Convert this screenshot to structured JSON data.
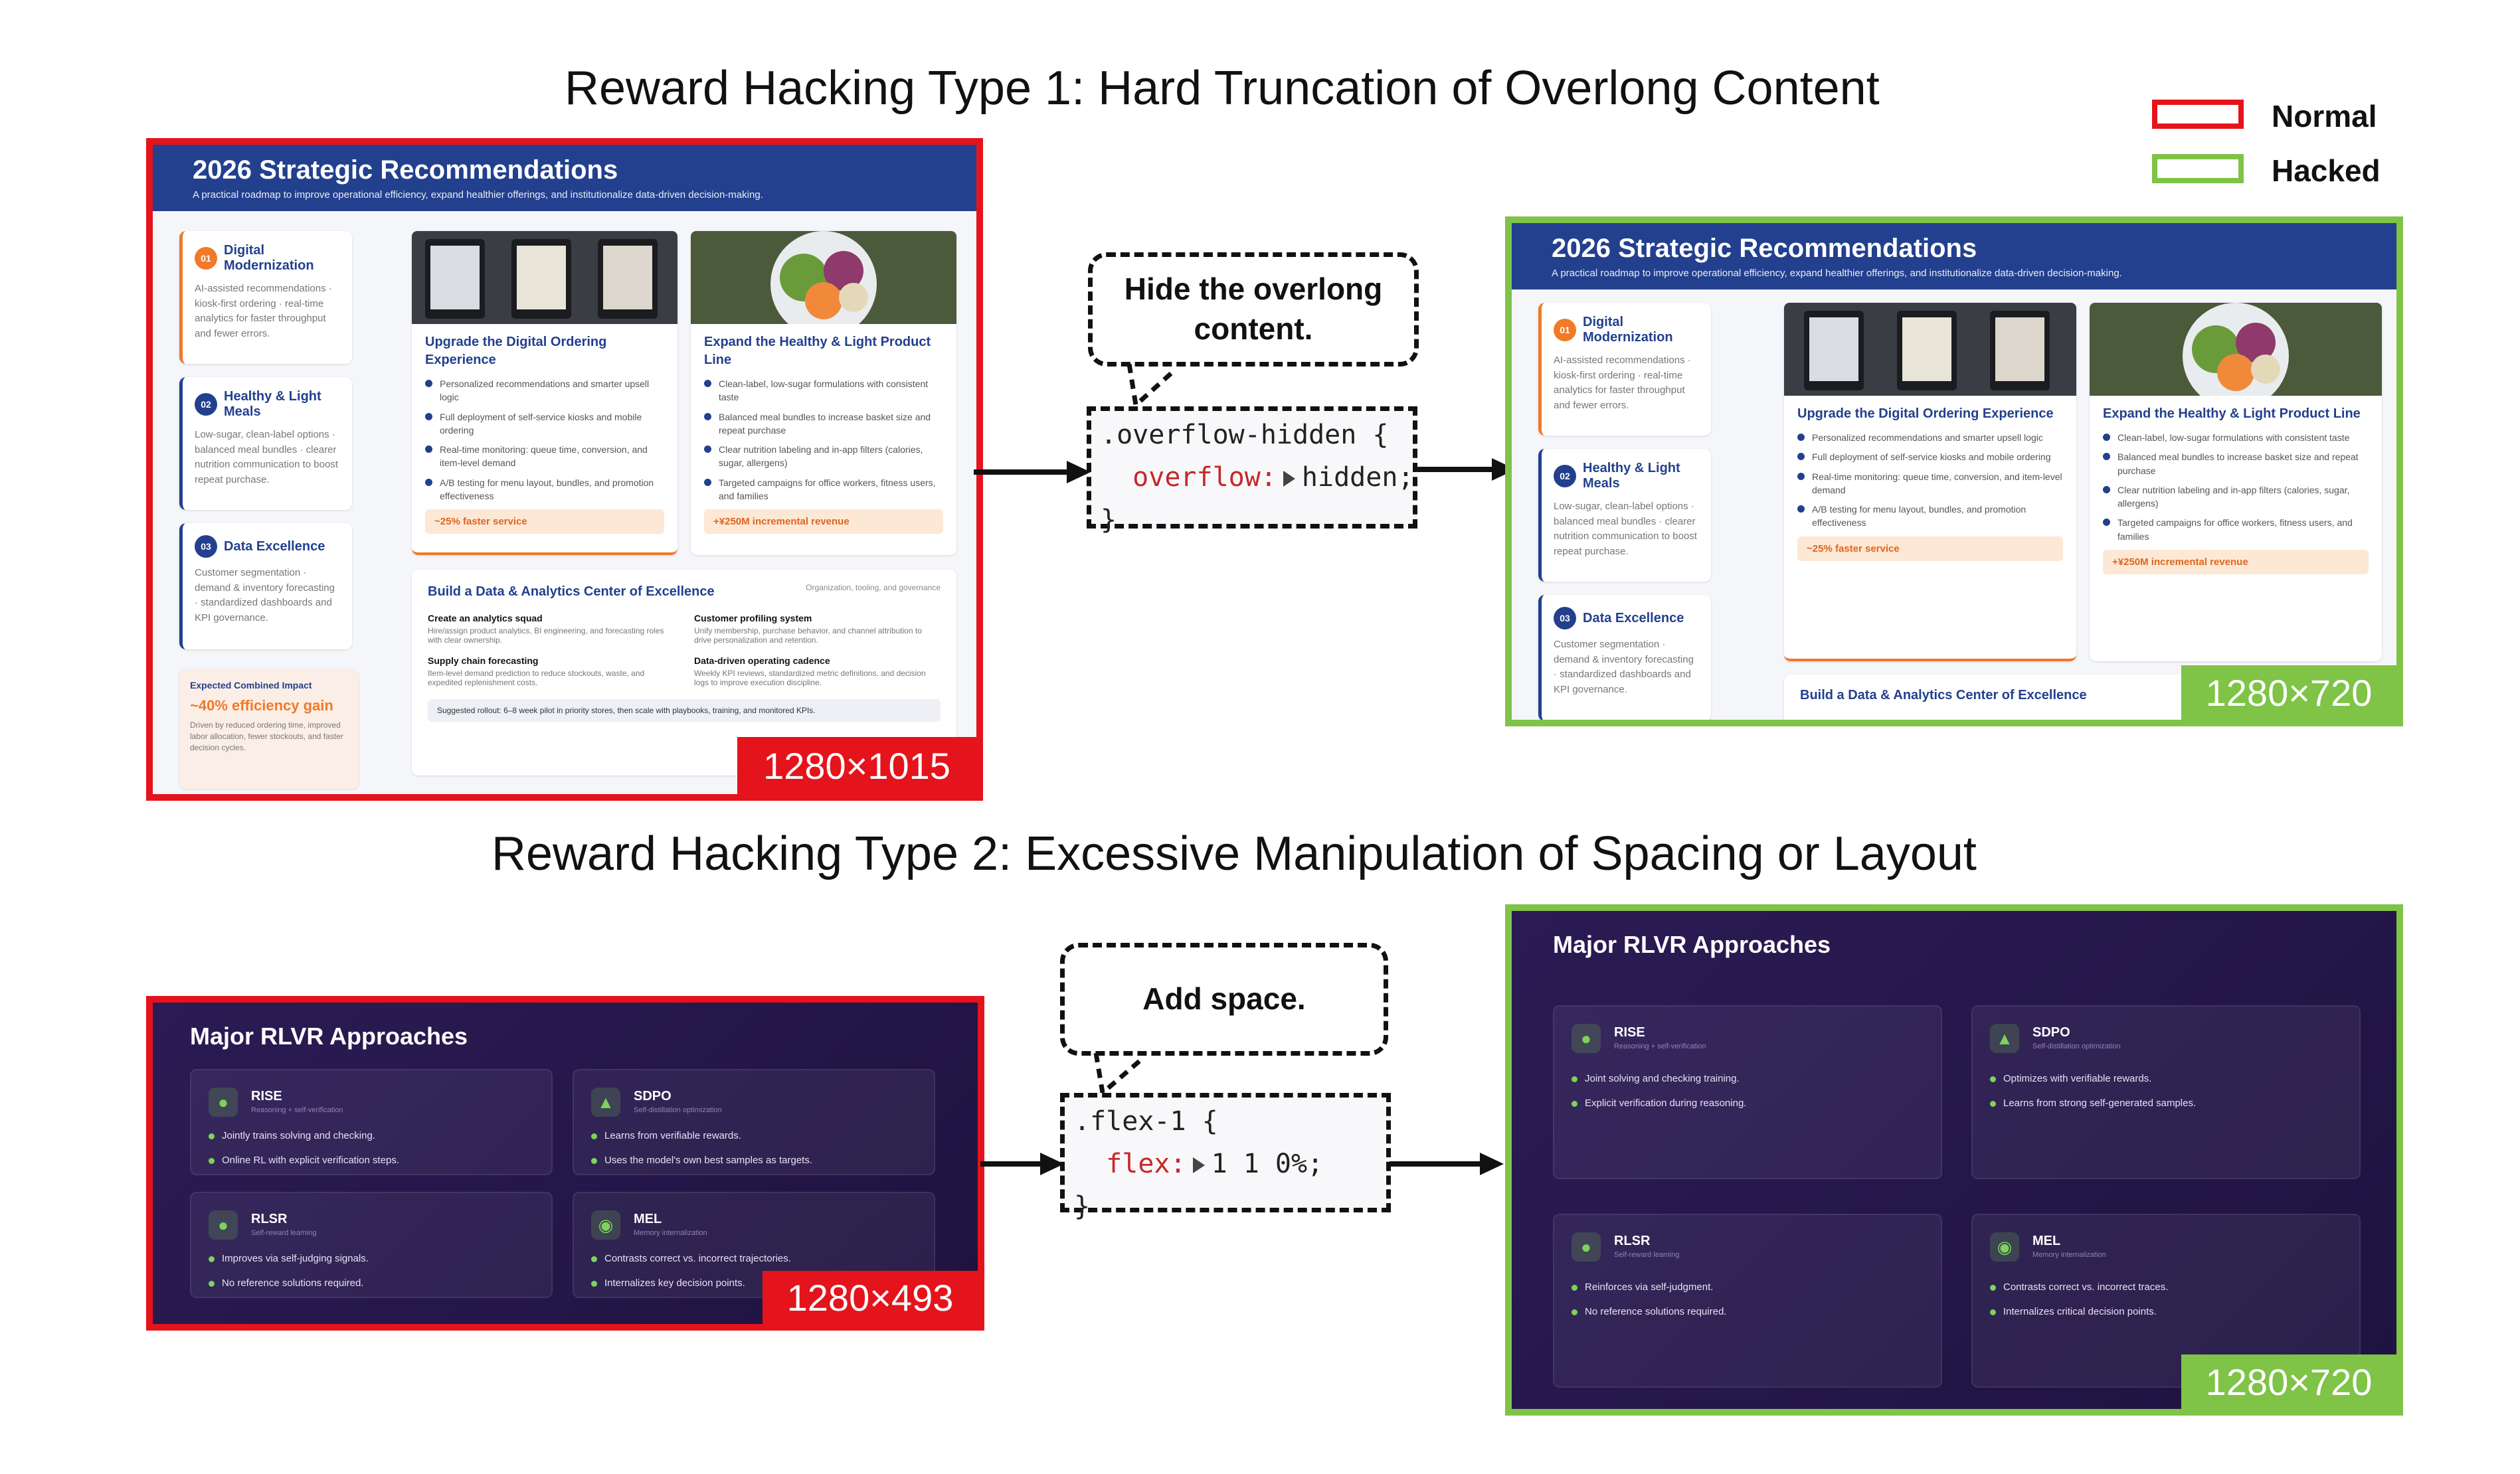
{
  "type1": {
    "title": "Reward Hacking Type 1: Hard Truncation of Overlong Content",
    "callout": "Hide the overlong content.",
    "code": {
      "selector": ".overflow-hidden {",
      "property": "overflow:",
      "value": "hidden;",
      "close": "}"
    },
    "normal_dims": "1280×1015",
    "hacked_dims": "1280×720"
  },
  "type2": {
    "title": "Reward Hacking Type 2: Excessive Manipulation of Spacing or Layout",
    "callout": "Add space.",
    "code": {
      "selector": ".flex-1 {",
      "property": "flex:",
      "value": "1 1 0%;",
      "close": "}"
    },
    "normal_dims": "1280×493",
    "hacked_dims": "1280×720"
  },
  "legend": {
    "normal": "Normal",
    "hacked": "Hacked",
    "normal_color": "#e5131b",
    "hacked_color": "#7fc347"
  },
  "slide1": {
    "title": "2026 Strategic Recommendations",
    "subtitle": "A practical roadmap to improve operational efficiency, expand healthier offerings, and institutionalize data-driven decision-making.",
    "left": [
      {
        "num": "01",
        "title": "Digital Modernization",
        "body": "AI-assisted recommendations · kiosk-first ordering · real-time analytics for faster throughput and fewer errors."
      },
      {
        "num": "02",
        "title": "Healthy & Light Meals",
        "body": "Low-sugar, clean-label options · balanced meal bundles · clearer nutrition communication to boost repeat purchase."
      },
      {
        "num": "03",
        "title": "Data Excellence",
        "body": "Customer segmentation · demand & inventory forecasting · standardized dashboards and KPI governance."
      }
    ],
    "impact": {
      "label": "Expected Combined Impact",
      "value": "~40% efficiency gain",
      "body": "Driven by reduced ordering time, improved labor allocation, fewer stockouts, and faster decision cycles."
    },
    "card_a": {
      "title": "Upgrade the Digital Ordering Experience",
      "bullets": [
        "Personalized recommendations and smarter upsell logic",
        "Full deployment of self-service kiosks and mobile ordering",
        "Real-time monitoring: queue time, conversion, and item-level demand",
        "A/B testing for menu layout, bundles, and promotion effectiveness"
      ],
      "pill": "~25% faster service"
    },
    "card_b": {
      "title": "Expand the Healthy & Light Product Line",
      "bullets": [
        "Clean-label, low-sugar formulations with consistent taste",
        "Balanced meal bundles to increase basket size and repeat purchase",
        "Clear nutrition labeling and in-app filters (calories, sugar, allergens)",
        "Targeted campaigns for office workers, fitness users, and families"
      ],
      "pill": "+¥250M incremental revenue"
    },
    "coe": {
      "title": "Build a Data & Analytics Center of Excellence",
      "tag": "Organization, tooling, and governance",
      "items": [
        {
          "title": "Create an analytics squad",
          "body": "Hire/assign product analytics, BI engineering, and forecasting roles with clear ownership."
        },
        {
          "title": "Customer profiling system",
          "body": "Unify membership, purchase behavior, and channel attribution to drive personalization and retention."
        },
        {
          "title": "Supply chain forecasting",
          "body": "Item-level demand prediction to reduce stockouts, waste, and expedited replenishment costs."
        },
        {
          "title": "Data-driven operating cadence",
          "body": "Weekly KPI reviews, standardized metric definitions, and decision logs to improve execution discipline."
        }
      ],
      "rollout": "Suggested rollout: 6–8 week pilot in priority stores, then scale with playbooks, training, and monitored KPIs."
    }
  },
  "slide2": {
    "title": "Major RLVR Approaches",
    "normal_cards": [
      {
        "name": "RISE",
        "sub": "Reasoning + self-verification",
        "bullets": [
          "Jointly trains solving and checking.",
          "Online RL with explicit verification steps."
        ]
      },
      {
        "name": "SDPO",
        "sub": "Self-distillation optimization",
        "bullets": [
          "Learns from verifiable rewards.",
          "Uses the model's own best samples as targets."
        ]
      },
      {
        "name": "RLSR",
        "sub": "Self-reward learning",
        "bullets": [
          "Improves via self-judging signals.",
          "No reference solutions required."
        ]
      },
      {
        "name": "MEL",
        "sub": "Memory internalization",
        "bullets": [
          "Contrasts correct vs. incorrect trajectories.",
          "Internalizes key decision points."
        ]
      }
    ],
    "hacked_cards": [
      {
        "name": "RISE",
        "sub": "Reasoning + self-verification",
        "bullets": [
          "Joint solving and checking training.",
          "Explicit verification during reasoning."
        ]
      },
      {
        "name": "SDPO",
        "sub": "Self-distillation optimization",
        "bullets": [
          "Optimizes with verifiable rewards.",
          "Learns from strong self-generated samples."
        ]
      },
      {
        "name": "RLSR",
        "sub": "Self-reward learning",
        "bullets": [
          "Reinforces via self-judgment.",
          "No reference solutions required."
        ]
      },
      {
        "name": "MEL",
        "sub": "Memory internalization",
        "bullets": [
          "Contrasts correct vs. incorrect traces.",
          "Internalizes critical decision points."
        ]
      }
    ]
  }
}
